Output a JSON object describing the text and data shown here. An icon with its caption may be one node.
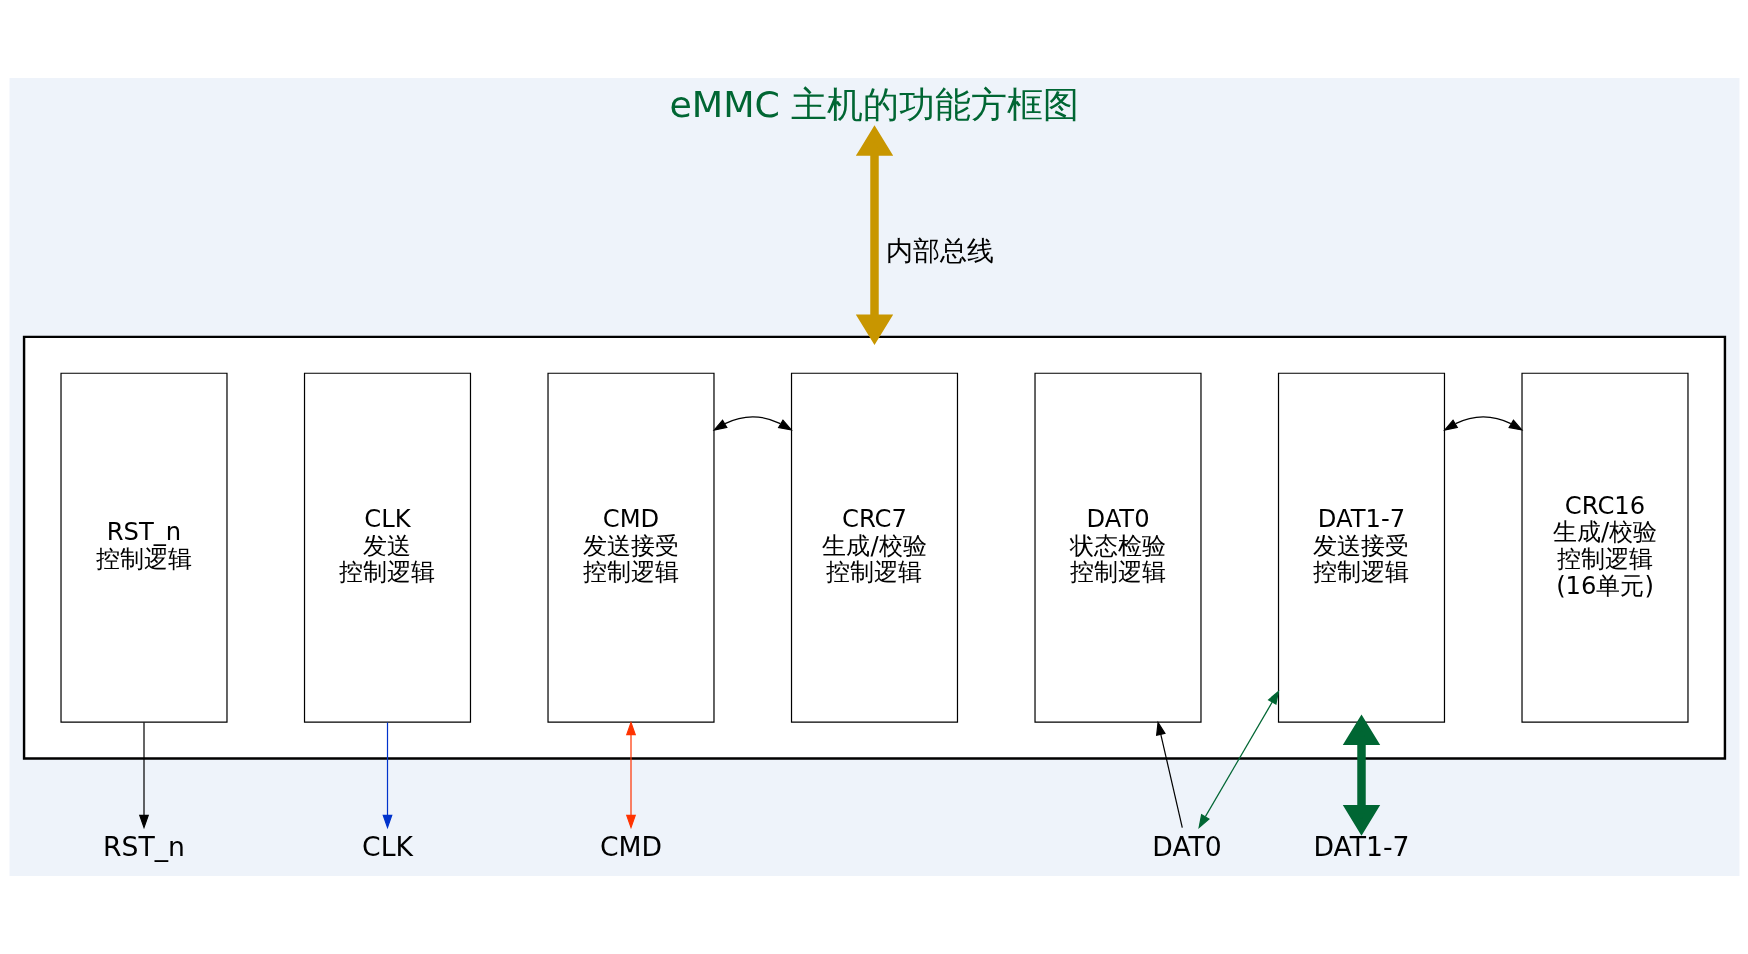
{
  "diagram": {
    "title": "eMMC 主机的功能方框图",
    "nodes": [
      {
        "text": [],
        "shape": "box"
      },
      {
        "text": [
          "RST_n",
          "控制逻辑"
        ],
        "in": 0
      },
      {
        "text": [
          "CLK",
          "发送",
          "控制逻辑"
        ],
        "in": 0
      },
      {
        "text": [
          "CMD",
          "发送接受",
          "控制逻辑"
        ],
        "in": 0
      },
      {
        "text": [
          "CRC7",
          "生成/校验",
          "控制逻辑"
        ],
        "in": 0
      },
      {
        "text": [
          "DAT0",
          "状态检验",
          "控制逻辑"
        ],
        "in": 0
      },
      {
        "text": [
          "DAT1-7",
          "发送接受",
          "控制逻辑"
        ],
        "in": 0
      },
      {
        "text": [
          "CRC16",
          "生成/校验",
          "控制逻辑",
          "(16单元)"
        ],
        "in": 0
      },
      {
        "text": [
          "RST_n"
        ]
      },
      {
        "text": [
          "CLK"
        ]
      },
      {
        "text": [
          "CMD"
        ]
      },
      {
        "text": [
          "DAT0"
        ]
      },
      {
        "text": [
          "DAT1-7"
        ]
      }
    ],
    "edges": [
      {
        "from": null,
        "to": 0,
        "arrow": "both",
        "label": "内部总线",
        "style": "thick",
        "color": "#c89600"
      },
      {
        "from": 1,
        "to": 8,
        "arrow": "to"
      },
      {
        "from": 2,
        "to": 9,
        "arrow": "to",
        "color": "#0033cc"
      },
      {
        "from": 3,
        "to": 10,
        "arrow": "both",
        "color": "#ff3300"
      },
      {
        "from": 3,
        "to": 4,
        "arrow": "both"
      },
      {
        "from": 6,
        "to": 7,
        "arrow": "both"
      },
      {
        "from": 6,
        "to": 11,
        "arrow": "both",
        "color": "#006633"
      },
      {
        "from": 11,
        "to": 5,
        "arrow": "to"
      },
      {
        "from": 6,
        "to": 12,
        "arrow": "both",
        "style": "thick",
        "color": "#006633"
      }
    ]
  }
}
